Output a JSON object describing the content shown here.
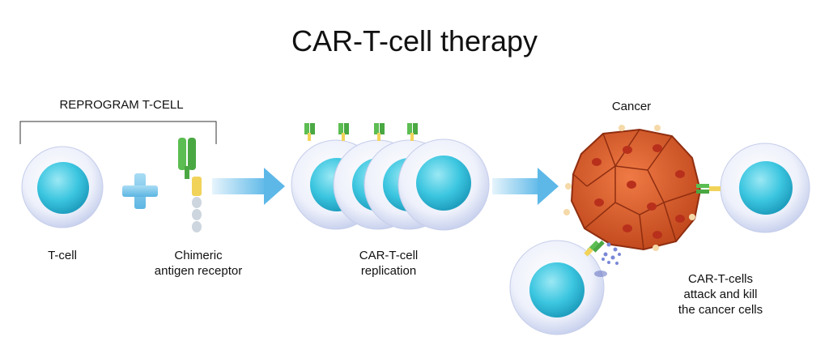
{
  "title": "CAR-T-cell therapy",
  "labels": {
    "reprogram": "REPROGRAM T-CELL",
    "tcell": "T-cell",
    "car_line1": "Chimeric",
    "car_line2": "antigen receptor",
    "replication_line1": "CAR-T-cell",
    "replication_line2": "replication",
    "cancer": "Cancer",
    "attack_line1": "CAR-T-cells",
    "attack_line2": "attack and kill",
    "attack_line3": "the cancer cells"
  },
  "colors": {
    "cell_membrane": "#e6ebf8",
    "nucleus": "#3cc6e0",
    "arrow": "#6cc0ea",
    "plus": "#7cc6ea",
    "cancer": "#d9572a",
    "cancer_nucleus": "#b8301c",
    "receptor_green": "#5cbd52",
    "receptor_yellow": "#f1d35a",
    "receptor_grey": "#cdd6de"
  },
  "icons": [
    "plus-icon",
    "arrow-right-icon",
    "t-cell-icon",
    "receptor-icon",
    "cancer-cell-icon"
  ]
}
